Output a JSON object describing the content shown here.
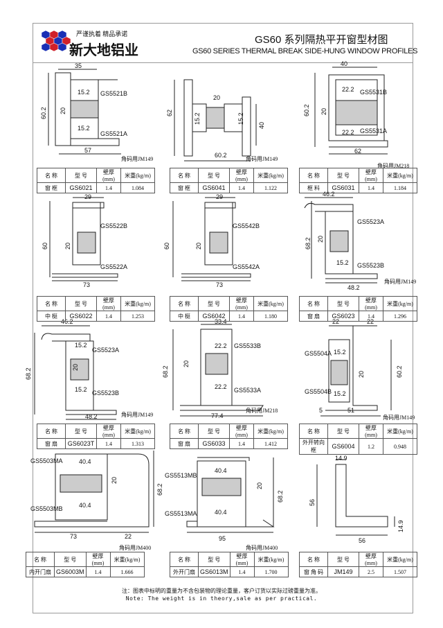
{
  "header": {
    "slogan": "严谨执着 精品承诺",
    "company": "新大地铝业",
    "title_cn": "GS60 系列隔热平开窗型材图",
    "title_en": "GS60 SERIES THERMAL BREAK SIDE-HUNG WINDOW PROFILES"
  },
  "table_headers": [
    "名 称",
    "型 号",
    "壁厚(mm)",
    "米重(kg/m)"
  ],
  "profiles": [
    {
      "name": "窗 框",
      "model": "GS6021",
      "thickness": "1.4",
      "weight": "1.084",
      "note": "角码用JM149",
      "labels": [
        "35",
        "60.2",
        "15.2",
        "GS5521B",
        "20",
        "15.2",
        "GS5521A",
        "57"
      ]
    },
    {
      "name": "窗 框",
      "model": "GS6041",
      "thickness": "1.4",
      "weight": "1.122",
      "note": "角码用JM149",
      "labels": [
        "62",
        "20",
        "15.2",
        "15.2",
        "40",
        "60.2"
      ]
    },
    {
      "name": "框 料",
      "model": "GS6031",
      "thickness": "1.4",
      "weight": "1.184",
      "note": "角码用JM218",
      "labels": [
        "40",
        "60.2",
        "22.2",
        "GS5531B",
        "20",
        "22.2",
        "GS5531A",
        "62"
      ]
    },
    {
      "name": "中 梃",
      "model": "GS6022",
      "thickness": "1.4",
      "weight": "1.253",
      "note": "",
      "labels": [
        "29",
        "60",
        "GS5522B",
        "20",
        "GS5522A",
        "73"
      ]
    },
    {
      "name": "中 梃",
      "model": "GS6042",
      "thickness": "1.4",
      "weight": "1.180",
      "note": "",
      "labels": [
        "29",
        "60",
        "GS5542B",
        "20",
        "GS5542A",
        "73"
      ]
    },
    {
      "name": "窗 扇",
      "model": "GS6023",
      "thickness": "1.4",
      "weight": "1.296",
      "note": "角码用JM149",
      "labels": [
        "46.2",
        "GS5523A",
        "68.2",
        "20",
        "15.2",
        "GS5523B",
        "48.2"
      ]
    },
    {
      "name": "窗 扇",
      "model": "GS6023T",
      "thickness": "1.4",
      "weight": "1.313",
      "note": "角码用JM149",
      "labels": [
        "46.2",
        "15.2",
        "GS5523A",
        "68.2",
        "20",
        "15.2",
        "GS5523B",
        "48.2"
      ]
    },
    {
      "name": "窗 扇",
      "model": "GS6033",
      "thickness": "1.4",
      "weight": "1.412",
      "note": "角码用JM218",
      "labels": [
        "33.4",
        "22.2",
        "GS5533B",
        "68.2",
        "20",
        "22.2",
        "GS5533A",
        "77.4"
      ]
    },
    {
      "name": "外开转向框",
      "model": "GS6004",
      "thickness": "1.2",
      "weight": "0.948",
      "note": "角码用JM149",
      "labels": [
        "22",
        "22",
        "GS5504A",
        "15.2",
        "20",
        "60.2",
        "GS5504B",
        "15.2",
        "5",
        "51"
      ]
    },
    {
      "name": "内开门扇",
      "model": "GS6003M",
      "thickness": "1.4",
      "weight": "1.666",
      "note": "角码用JM400",
      "labels": [
        "GS5503MA",
        "40.4",
        "20",
        "68.2",
        "GS5503MB",
        "40.4",
        "73",
        "22"
      ]
    },
    {
      "name": "外开门扇",
      "model": "GS6013M",
      "thickness": "1.4",
      "weight": "1.700",
      "note": "角码用JM400",
      "labels": [
        "GS5513MB",
        "40.4",
        "20",
        "68.2",
        "GS5513MA",
        "40.4",
        "95"
      ]
    },
    {
      "name": "窗 角 码",
      "model": "JM149",
      "thickness": "2.5",
      "weight": "1.507",
      "note": "",
      "labels": [
        "14.9",
        "56",
        "14.9",
        "56"
      ]
    }
  ],
  "footer": {
    "note_cn": "注：图表中标明的重量为不含包装物的理论重量，客户订货以实际过磅重量为准。",
    "note_en": "Note: The weight is in theory,sale as per practical."
  }
}
